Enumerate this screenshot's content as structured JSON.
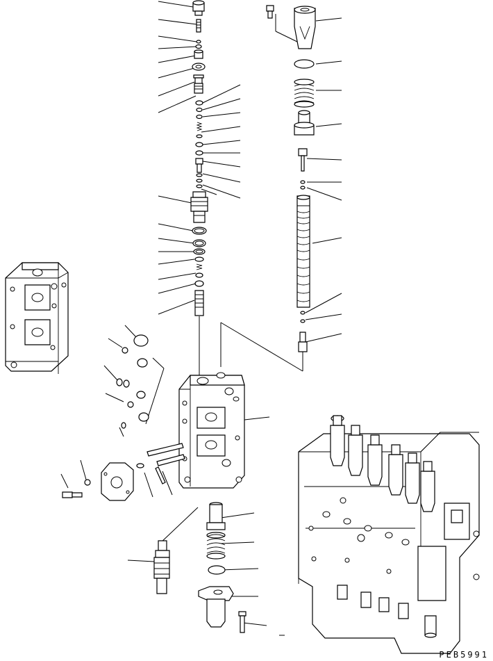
{
  "figure": {
    "code": "PEB5991"
  },
  "callouts": {
    "left_column_count": 20,
    "right_column_count": 14,
    "lower_center_count": 6
  }
}
